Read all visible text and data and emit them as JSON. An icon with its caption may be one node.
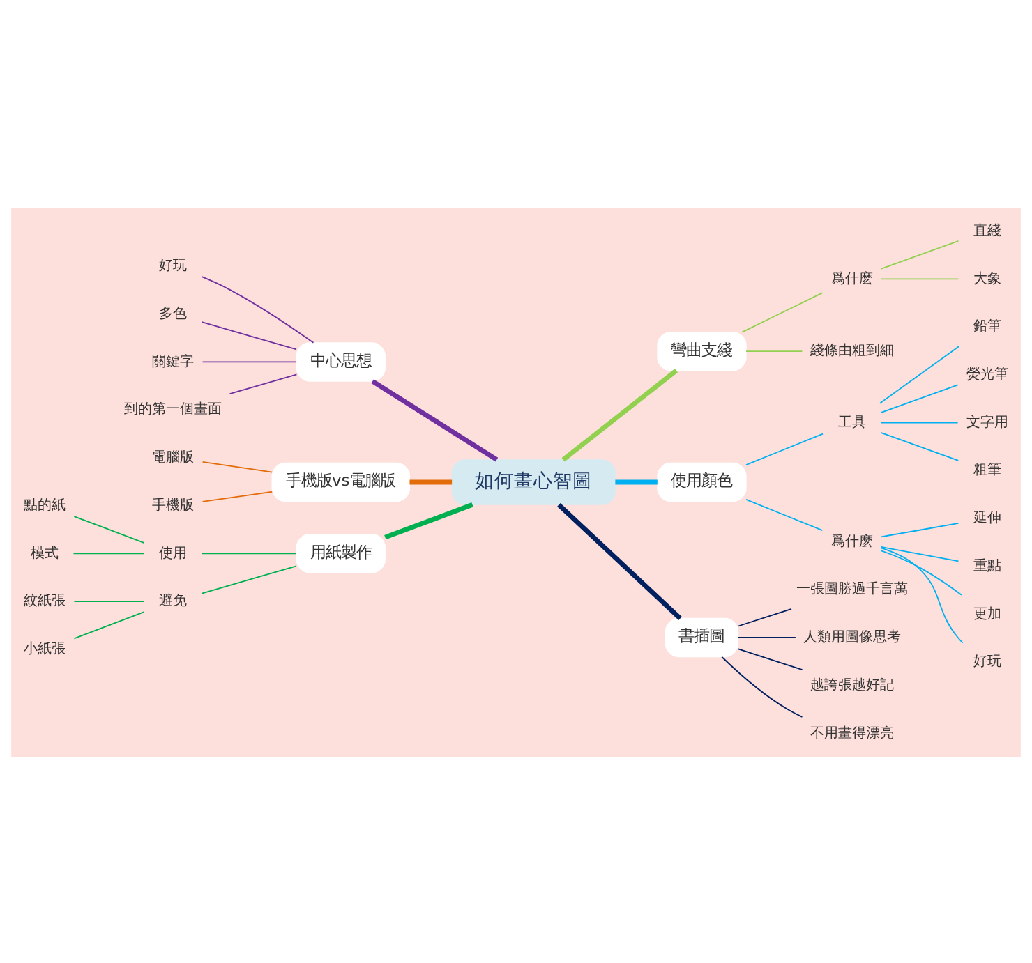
{
  "diagram": {
    "nodes": [
      {
        "text": [
          "如何畫心智圖"
        ]
      },
      {
        "text": [
          "中心思想"
        ]
      },
      {
        "text": [
          "好玩"
        ]
      },
      {
        "text": [
          "多色"
        ]
      },
      {
        "text": [
          "關鍵字"
        ]
      },
      {
        "text": [
          "到的第一個畫面"
        ]
      },
      {
        "text": [
          "手機版vs電腦版"
        ]
      },
      {
        "text": [
          "電腦版"
        ]
      },
      {
        "text": [
          "手機版"
        ]
      },
      {
        "text": [
          "用紙製作"
        ]
      },
      {
        "text": [
          "使用"
        ]
      },
      {
        "text": [
          "點的紙"
        ]
      },
      {
        "text": [
          "模式"
        ]
      },
      {
        "text": [
          "避免"
        ]
      },
      {
        "text": [
          "紋紙張"
        ]
      },
      {
        "text": [
          "小紙張"
        ]
      },
      {
        "text": [
          "彎曲支綫"
        ]
      },
      {
        "text": [
          "爲什麽"
        ]
      },
      {
        "text": [
          "直綫"
        ]
      },
      {
        "text": [
          "大象"
        ]
      },
      {
        "text": [
          "綫條由粗到細"
        ]
      },
      {
        "text": [
          "使用顏色"
        ]
      },
      {
        "text": [
          "工具"
        ]
      },
      {
        "text": [
          "鉛筆"
        ]
      },
      {
        "text": [
          "熒光筆"
        ]
      },
      {
        "text": [
          "文字用"
        ]
      },
      {
        "text": [
          "粗筆"
        ]
      },
      {
        "text": [
          "爲什麽"
        ]
      },
      {
        "text": [
          "延伸"
        ]
      },
      {
        "text": [
          "重點"
        ]
      },
      {
        "text": [
          "更加"
        ]
      },
      {
        "text": [
          "好玩"
        ]
      },
      {
        "text": [
          "書插圖"
        ]
      },
      {
        "text": [
          "一張圖勝過千言萬"
        ]
      },
      {
        "text": [
          "人類用圖像思考"
        ]
      },
      {
        "text": [
          "越誇張越好記"
        ]
      },
      {
        "text": [
          "不用畫得漂亮"
        ]
      }
    ],
    "edges": [
      {
        "from": 0,
        "to": 1,
        "arrow": "none",
        "style": "thick",
        "color": "#7030a0"
      },
      {
        "from": 1,
        "to": 2,
        "arrow": "none",
        "color": "#7030a0"
      },
      {
        "from": 1,
        "to": 3,
        "arrow": "none",
        "color": "#7030a0"
      },
      {
        "from": 1,
        "to": 4,
        "arrow": "none",
        "color": "#7030a0"
      },
      {
        "from": 1,
        "to": 5,
        "arrow": "none",
        "color": "#7030a0"
      },
      {
        "from": 0,
        "to": 6,
        "arrow": "none",
        "style": "thick",
        "color": "#e36c0a"
      },
      {
        "from": 6,
        "to": 7,
        "arrow": "none",
        "color": "#e36c0a"
      },
      {
        "from": 6,
        "to": 8,
        "arrow": "none",
        "color": "#e36c0a"
      },
      {
        "from": 0,
        "to": 9,
        "arrow": "none",
        "style": "thick",
        "color": "#00b050"
      },
      {
        "from": 9,
        "to": 10,
        "arrow": "none",
        "color": "#00b050"
      },
      {
        "from": 10,
        "to": 11,
        "arrow": "none",
        "color": "#00b050"
      },
      {
        "from": 10,
        "to": 12,
        "arrow": "none",
        "color": "#00b050"
      },
      {
        "from": 9,
        "to": 13,
        "arrow": "none",
        "color": "#00b050"
      },
      {
        "from": 13,
        "to": 14,
        "arrow": "none",
        "color": "#00b050"
      },
      {
        "from": 13,
        "to": 15,
        "arrow": "none",
        "color": "#00b050"
      },
      {
        "from": 0,
        "to": 16,
        "arrow": "none",
        "style": "thick",
        "color": "#92d050"
      },
      {
        "from": 16,
        "to": 17,
        "arrow": "none",
        "color": "#92d050"
      },
      {
        "from": 17,
        "to": 18,
        "arrow": "none",
        "color": "#92d050"
      },
      {
        "from": 17,
        "to": 19,
        "arrow": "none",
        "color": "#92d050"
      },
      {
        "from": 16,
        "to": 20,
        "arrow": "none",
        "color": "#92d050"
      },
      {
        "from": 0,
        "to": 21,
        "arrow": "none",
        "style": "thick",
        "color": "#00b0f0"
      },
      {
        "from": 21,
        "to": 22,
        "arrow": "none",
        "color": "#00b0f0"
      },
      {
        "from": 22,
        "to": 23,
        "arrow": "none",
        "color": "#00b0f0"
      },
      {
        "from": 22,
        "to": 24,
        "arrow": "none",
        "color": "#00b0f0"
      },
      {
        "from": 22,
        "to": 25,
        "arrow": "none",
        "color": "#00b0f0"
      },
      {
        "from": 22,
        "to": 26,
        "arrow": "none",
        "color": "#00b0f0"
      },
      {
        "from": 21,
        "to": 27,
        "arrow": "none",
        "color": "#00b0f0"
      },
      {
        "from": 27,
        "to": 28,
        "arrow": "none",
        "color": "#00b0f0"
      },
      {
        "from": 27,
        "to": 29,
        "arrow": "none",
        "color": "#00b0f0"
      },
      {
        "from": 27,
        "to": 30,
        "arrow": "none",
        "color": "#00b0f0"
      },
      {
        "from": 27,
        "to": 31,
        "arrow": "none",
        "color": "#00b0f0"
      },
      {
        "from": 0,
        "to": 32,
        "arrow": "none",
        "style": "thick",
        "color": "#002060"
      },
      {
        "from": 32,
        "to": 33,
        "arrow": "none",
        "color": "#002060"
      },
      {
        "from": 32,
        "to": 34,
        "arrow": "none",
        "color": "#002060"
      },
      {
        "from": 32,
        "to": 35,
        "arrow": "none",
        "color": "#002060"
      },
      {
        "from": 32,
        "to": 36,
        "arrow": "none",
        "color": "#002060"
      }
    ]
  }
}
